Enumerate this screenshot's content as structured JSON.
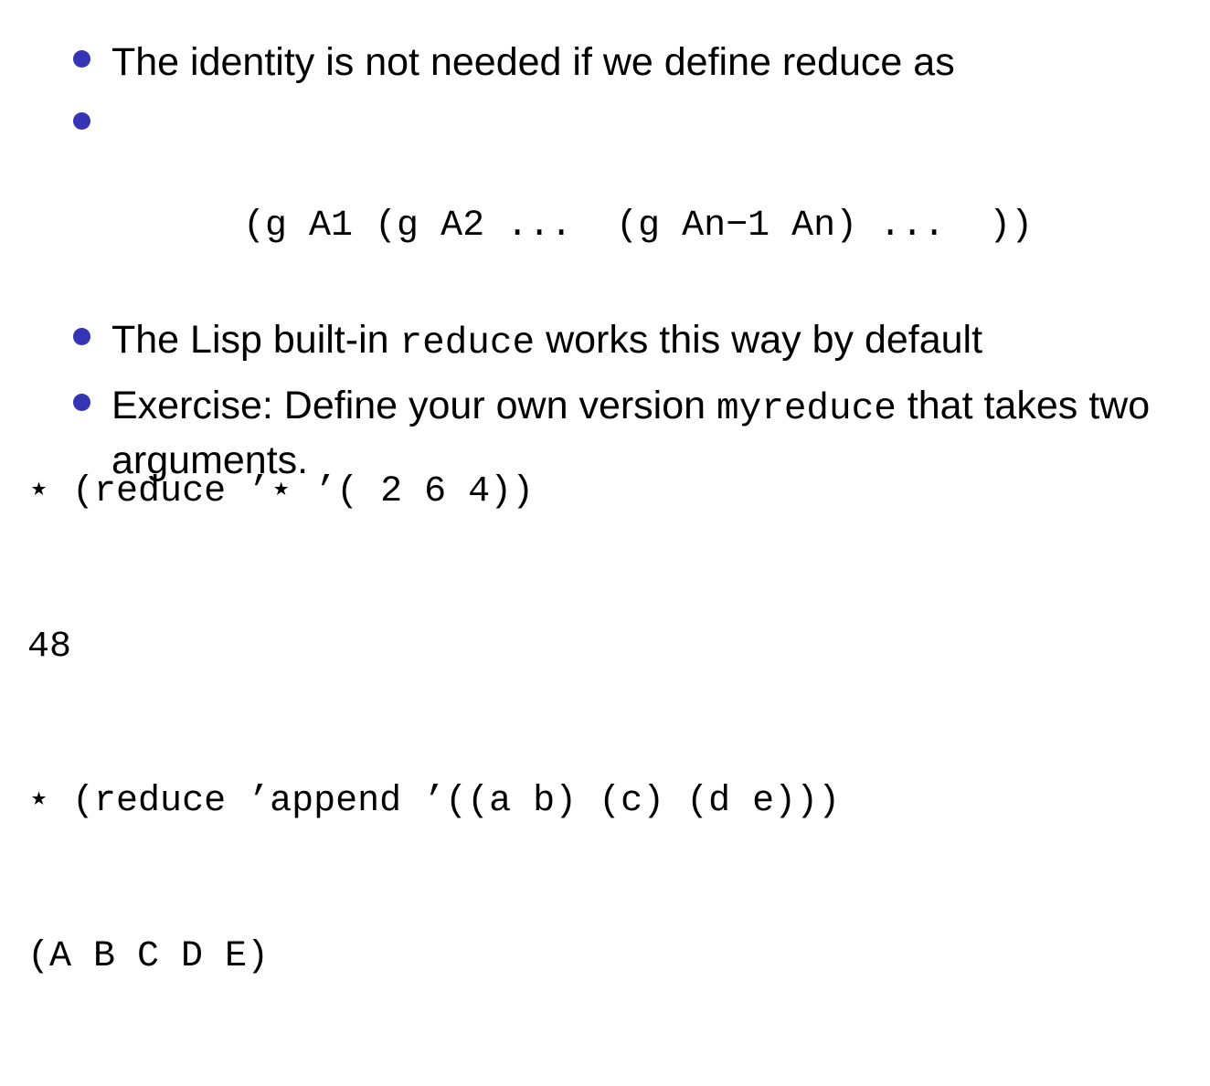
{
  "accent_color": "#3434b4",
  "bullets": [
    {
      "text": "The identity is not needed if we define reduce as"
    },
    {
      "code": "(g A1 (g A2 ...  (g An−1 An) ...  ))"
    },
    {
      "pre": "The Lisp built-in ",
      "code": "reduce",
      "post": " works this way by default"
    },
    {
      "pre": "Exercise: Define your own version ",
      "code": "myreduce",
      "post": " that takes two arguments."
    }
  ],
  "repl": [
    "⋆ (reduce ’⋆ ’( 2 6 4))",
    "48",
    "⋆ (reduce ’append ’((a b) (c) (d e)))",
    "(A B C D E)"
  ]
}
